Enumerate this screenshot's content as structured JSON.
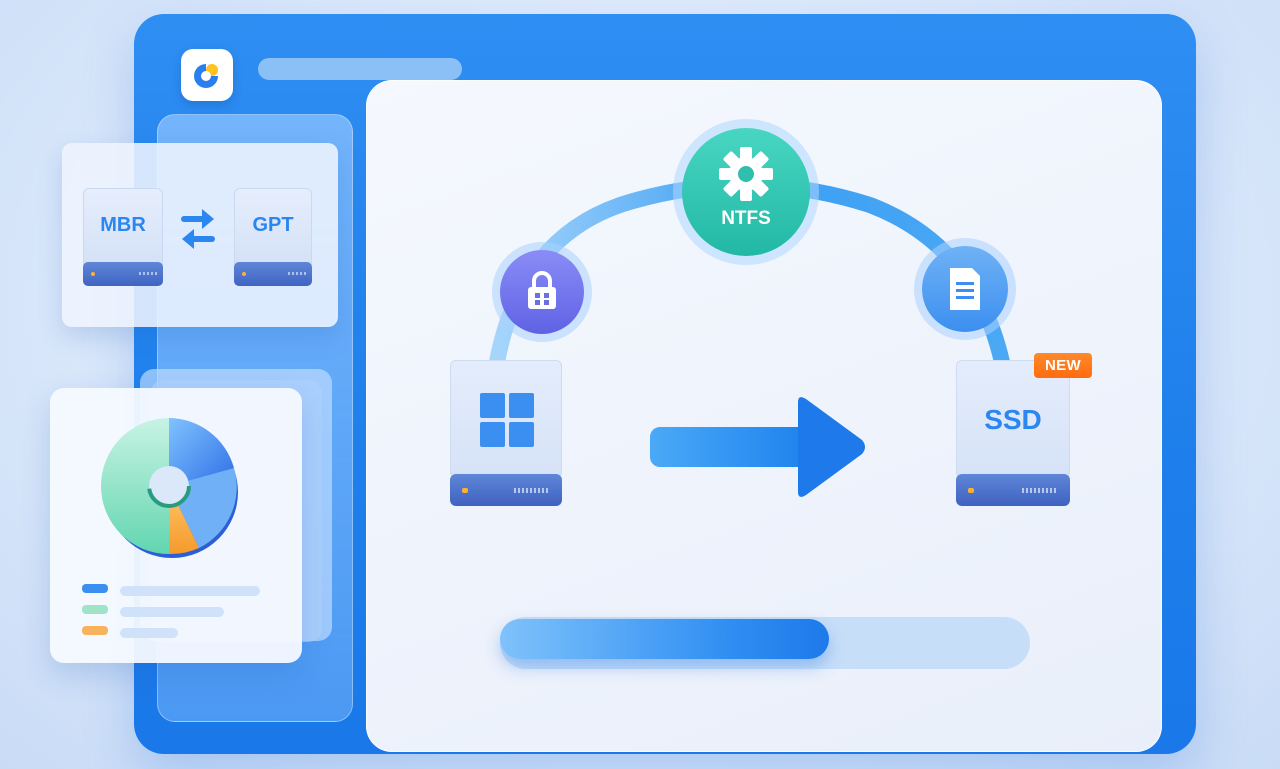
{
  "left_panel": {
    "conversion": {
      "source_disk_label": "MBR",
      "target_disk_label": "GPT",
      "swap_icon": "swap-arrows-icon"
    },
    "chart_card": {
      "chart_icon": "donut-chart-icon",
      "legend_colors": [
        "#3b8ff0",
        "#9fe3c9",
        "#f7b25c"
      ]
    }
  },
  "migration": {
    "filesystem_label": "NTFS",
    "filesystem_icon": "gear-icon",
    "lock_icon": "lock-icon",
    "document_icon": "document-icon",
    "source_disk_icon": "windows-logo-icon",
    "target_disk_label": "SSD",
    "target_badge": "NEW",
    "direction_icon": "arrow-right-icon",
    "progress": 0.62
  },
  "colors": {
    "window": "#2186ef",
    "accent": "#1e82ee",
    "ntfs": "#2ec4b0",
    "badge": "#ff7418"
  }
}
